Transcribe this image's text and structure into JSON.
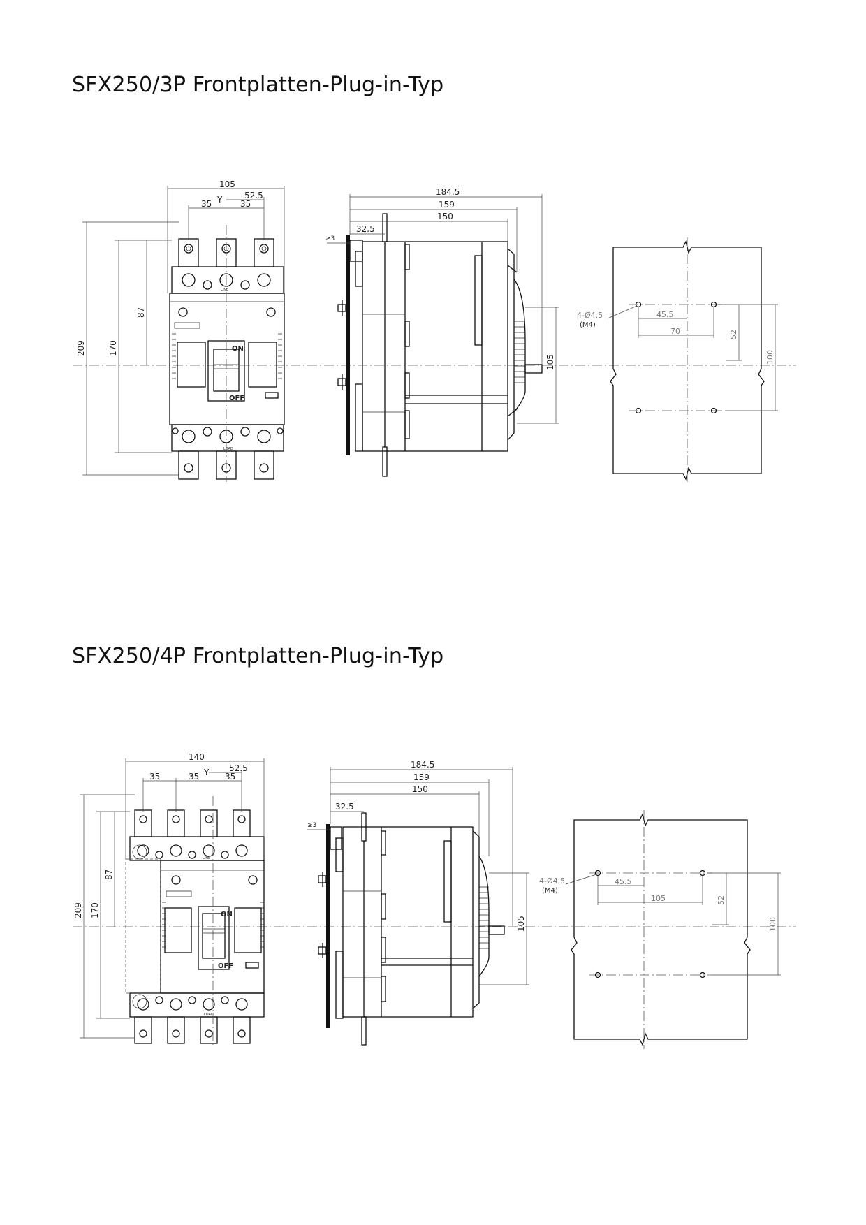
{
  "sections": [
    {
      "title": "SFX250/3P Frontplatten-Plug-in-Typ",
      "poles": 3,
      "front": {
        "width": "105",
        "half_width": "52.5",
        "pitch_left": "35",
        "pitch_right": "35",
        "axis": "Y",
        "height_total": "209",
        "height_body": "170",
        "height_half": "87",
        "label_on": "ON",
        "label_off": "OFF",
        "label_line": "LINE",
        "label_load": "LOAD"
      },
      "side": {
        "depth_total": "184.5",
        "depth_2": "159",
        "depth_3": "150",
        "plate_offset": "32.5",
        "plate_gap": "≥3",
        "handle_height": "105"
      },
      "cutout": {
        "holes": "4-Ø4.5",
        "thread": "(M4)",
        "h_half": "45.5",
        "h_full": "70",
        "v_half": "52",
        "v_full": "100"
      }
    },
    {
      "title": "SFX250/4P Frontplatten-Plug-in-Typ",
      "poles": 4,
      "front": {
        "width": "140",
        "half_width": "52.5",
        "pitch_1": "35",
        "pitch_left": "35",
        "pitch_right": "35",
        "axis": "Y",
        "height_total": "209",
        "height_body": "170",
        "height_half": "87",
        "label_on": "ON",
        "label_off": "OFF",
        "label_line": "LINE",
        "label_load": "LOAD"
      },
      "side": {
        "depth_total": "184.5",
        "depth_2": "159",
        "depth_3": "150",
        "plate_offset": "32.5",
        "plate_gap": "≥3",
        "handle_height": "105"
      },
      "cutout": {
        "holes": "4-Ø4.5",
        "thread": "(M4)",
        "h_half": "45.5",
        "h_full": "105",
        "v_half": "52",
        "v_full": "100"
      }
    }
  ]
}
